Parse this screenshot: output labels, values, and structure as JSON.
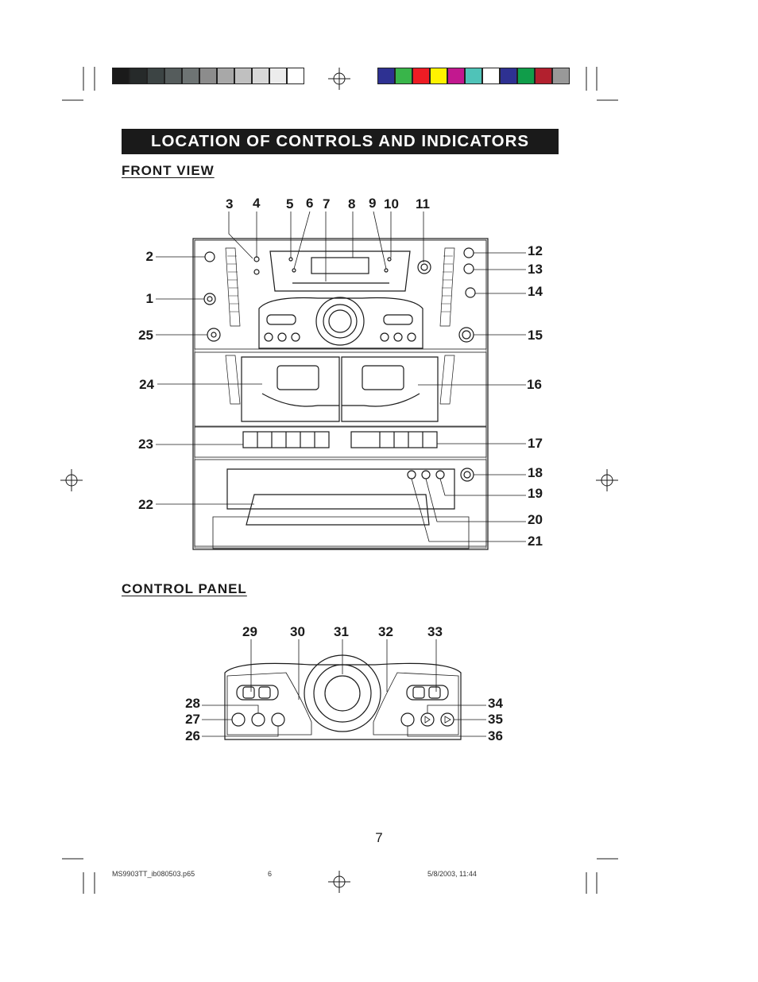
{
  "title": "LOCATION OF CONTROLS AND INDICATORS",
  "sections": {
    "front_view": "FRONT VIEW",
    "control_panel": "CONTROL PANEL"
  },
  "callouts": {
    "c1": "1",
    "c2": "2",
    "c3": "3",
    "c4": "4",
    "c5": "5",
    "c6": "6",
    "c7": "7",
    "c8": "8",
    "c9": "9",
    "c10": "10",
    "c11": "11",
    "c12": "12",
    "c13": "13",
    "c14": "14",
    "c15": "15",
    "c16": "16",
    "c17": "17",
    "c18": "18",
    "c19": "19",
    "c20": "20",
    "c21": "21",
    "c22": "22",
    "c23": "23",
    "c24": "24",
    "c25": "25",
    "c26": "26",
    "c27": "27",
    "c28": "28",
    "c29": "29",
    "c30": "30",
    "c31": "31",
    "c32": "32",
    "c33": "33",
    "c34": "34",
    "c35": "35",
    "c36": "36"
  },
  "page_number": "7",
  "footer": {
    "file": "MS9903TT_ib080503.p65",
    "page": "6",
    "date": "5/8/2003, 11:44"
  },
  "colors": {
    "grayscale": [
      "#1a1a1a",
      "#262a2a",
      "#3c4444",
      "#555c5c",
      "#6e7474",
      "#8c8c8c",
      "#a8a8a8",
      "#c0c0c0",
      "#d8d8d8",
      "#ececec",
      "#ffffff"
    ],
    "color_bar": [
      "#2e3192",
      "#39b54a",
      "#ed1c24",
      "#fff200",
      "#c2188f",
      "#4fc3b8",
      "#ffffff",
      "#2e3192",
      "#109d4a",
      "#b2202e",
      "#999999"
    ]
  }
}
